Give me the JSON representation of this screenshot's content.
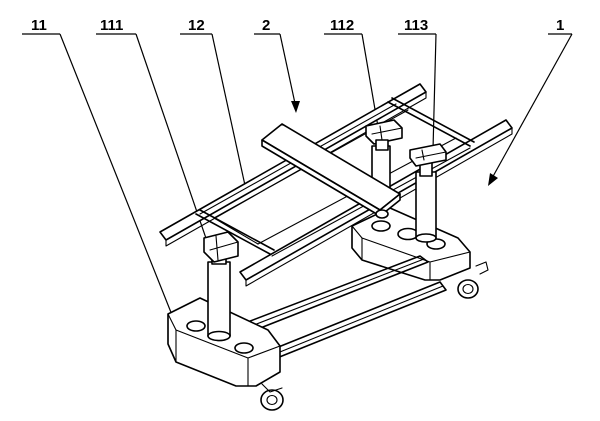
{
  "labels": {
    "base": "11",
    "base_column": "111",
    "bed_frame": "12",
    "board": "2",
    "clamp": "112",
    "rear_column": "113",
    "cart": "1"
  }
}
